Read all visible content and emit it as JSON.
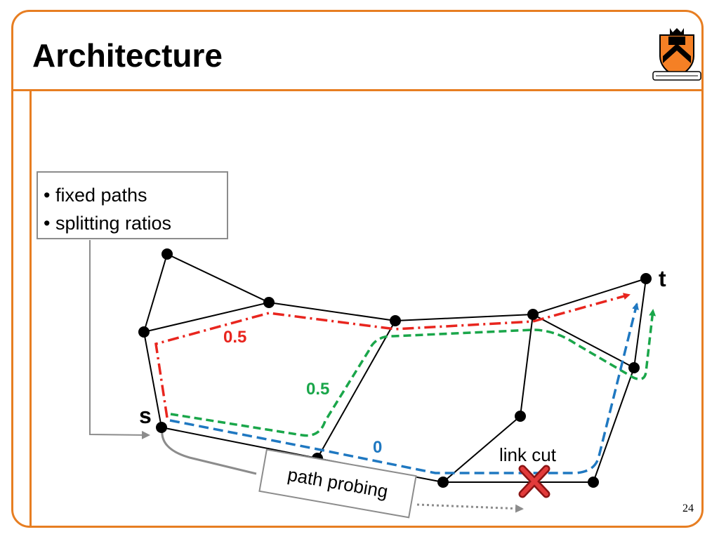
{
  "slide": {
    "title": "Architecture",
    "page_number": "24"
  },
  "callout": {
    "items": [
      "• fixed paths",
      "• splitting ratios"
    ]
  },
  "probe": {
    "label": "path probing"
  },
  "labels": {
    "source": "s",
    "target": "t",
    "ratio_red": "0.5",
    "ratio_green": "0.5",
    "ratio_blue": "0",
    "link_cut": "link cut"
  },
  "colors": {
    "frame": "#e77e22",
    "red_path": "#e8251e",
    "green_path": "#1aa64a",
    "blue_path": "#1f78c1",
    "gray": "#8c8c8c",
    "logo_orange": "#f58025",
    "logo_black": "#000000"
  },
  "icons": {
    "link_cut_marker": "x-mark-icon",
    "logo": "shield-logo"
  }
}
